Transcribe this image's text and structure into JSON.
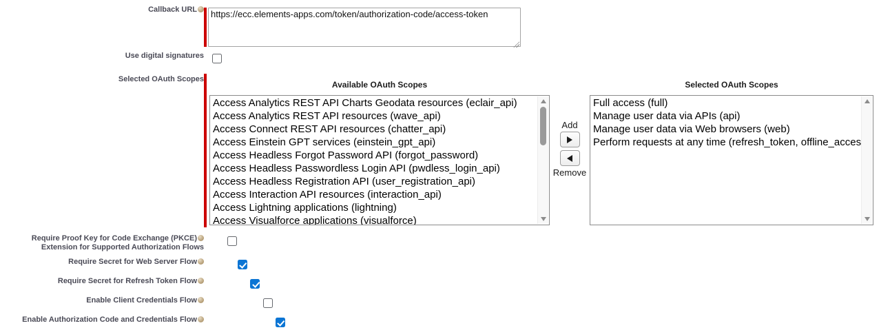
{
  "form": {
    "callback_url": {
      "label": "Callback URL",
      "value": "https://ecc.elements-apps.com/token/authorization-code/access-token"
    },
    "use_digital_signatures": {
      "label": "Use digital signatures",
      "checked": false
    },
    "oauth_scopes": {
      "label": "Selected OAuth Scopes",
      "available": {
        "header": "Available OAuth Scopes",
        "items": [
          "Access Analytics REST API Charts Geodata resources (eclair_api)",
          "Access Analytics REST API resources (wave_api)",
          "Access Connect REST API resources (chatter_api)",
          "Access Einstein GPT services (einstein_gpt_api)",
          "Access Headless Forgot Password API (forgot_password)",
          "Access Headless Passwordless Login API (pwdless_login_api)",
          "Access Headless Registration API (user_registration_api)",
          "Access Interaction API resources (interaction_api)",
          "Access Lightning applications (lightning)",
          "Access Visualforce applications (visualforce)"
        ]
      },
      "selected": {
        "header": "Selected OAuth Scopes",
        "items": [
          "Full access (full)",
          "Manage user data via APIs (api)",
          "Manage user data via Web browsers (web)",
          "Perform requests at any time (refresh_token, offline_access)"
        ]
      },
      "add_label": "Add",
      "remove_label": "Remove"
    },
    "flows": [
      {
        "label_line1": "Require Proof Key for Code Exchange (PKCE)",
        "label_line2": "Extension for Supported Authorization Flows",
        "checked": false
      },
      {
        "label": "Require Secret for Web Server Flow",
        "checked": true
      },
      {
        "label": "Require Secret for Refresh Token Flow",
        "checked": true
      },
      {
        "label": "Enable Client Credentials Flow",
        "checked": false
      },
      {
        "label": "Enable Authorization Code and Credentials Flow",
        "checked": true
      }
    ]
  },
  "colors": {
    "required_red": "#cc0000",
    "checkbox_checked": "#0c75d4",
    "label_text": "#4a4a56"
  }
}
